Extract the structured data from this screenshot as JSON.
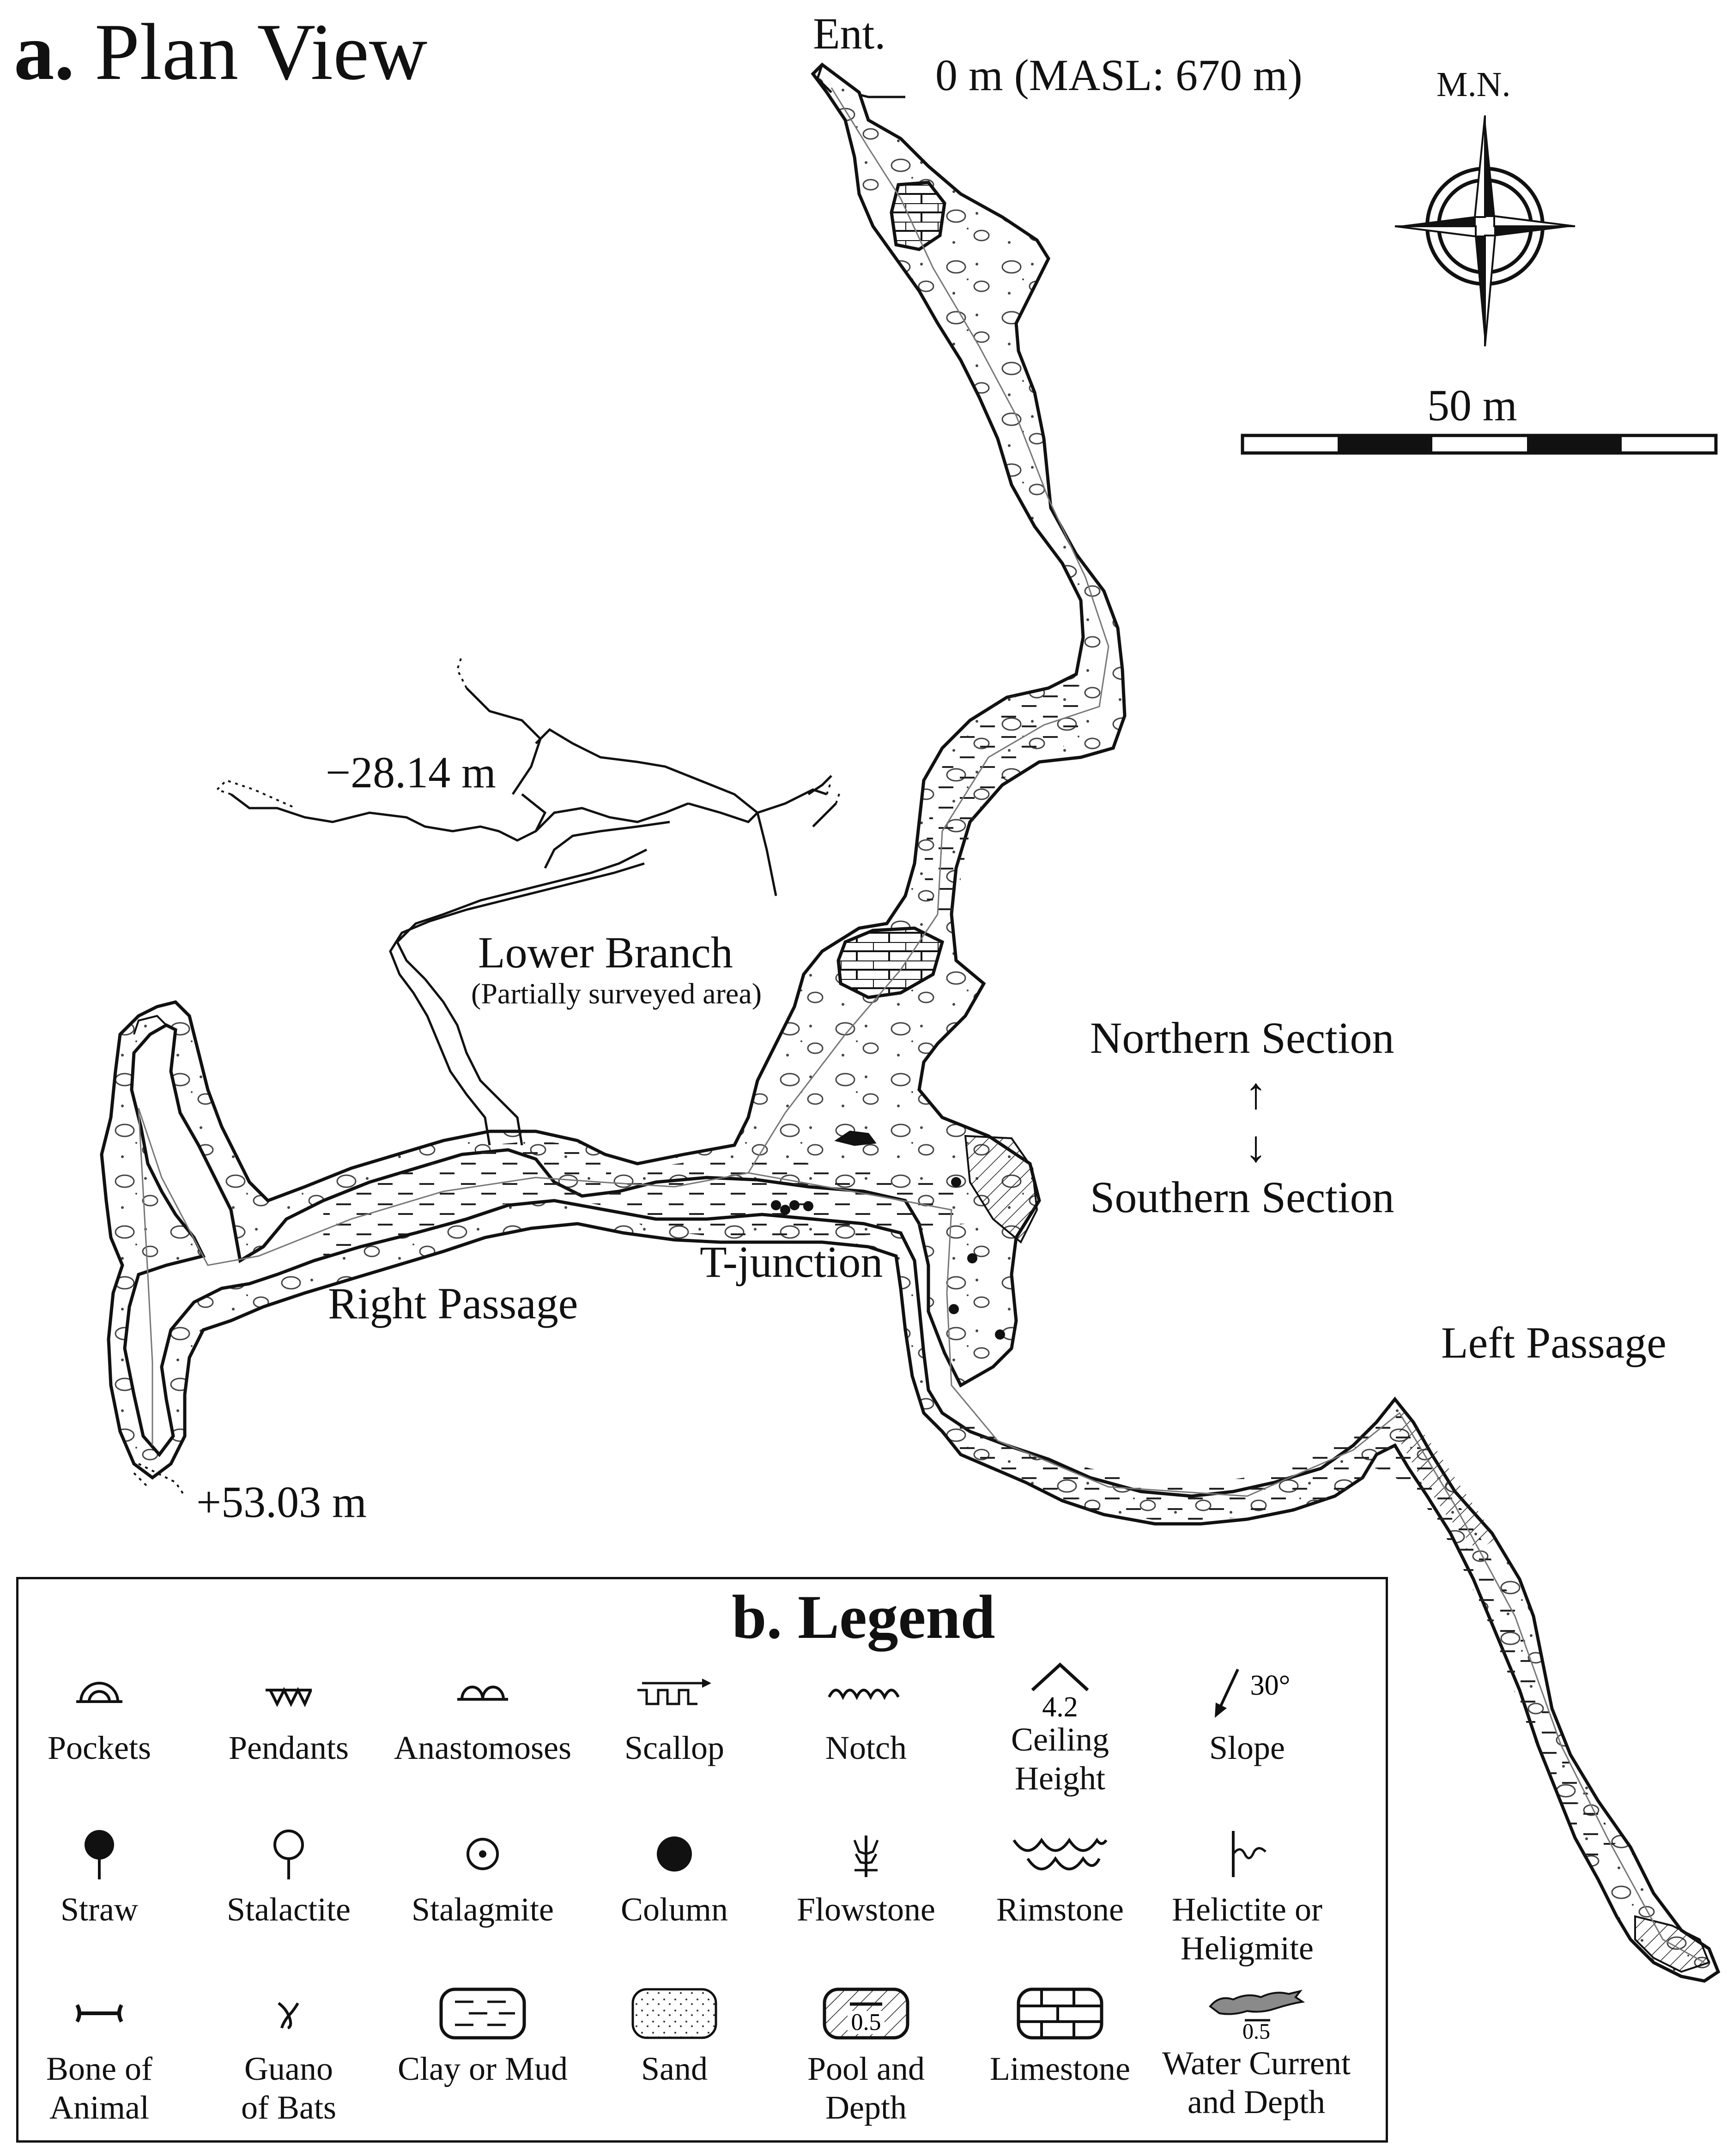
{
  "title": {
    "letter": "a.",
    "text": "Plan View"
  },
  "entrance": {
    "label": "Ent.",
    "elevation": "0 m (MASL: 670 m)"
  },
  "north_arrow": {
    "label": "M.N."
  },
  "scale_bar": {
    "label": "50 m"
  },
  "depth_labels": {
    "lower_branch_end": "−28.14 m",
    "right_passage_end": "+53.03 m"
  },
  "areas": {
    "lower_branch": "Lower Branch",
    "lower_branch_note": "(Partially surveyed area)",
    "t_junction": "T-junction",
    "right_passage": "Right Passage",
    "left_passage": "Left Passage",
    "northern_section": "Northern Section",
    "up_arrow": "↑",
    "down_arrow": "↓",
    "southern_section": "Southern Section"
  },
  "legend": {
    "title_letter": "b.",
    "title_text": "Legend",
    "rows": [
      [
        {
          "icon": "pockets-icon",
          "label": "Pockets"
        },
        {
          "icon": "pendants-icon",
          "label": "Pendants"
        },
        {
          "icon": "anastomoses-icon",
          "label": "Anastomoses"
        },
        {
          "icon": "scallop-icon",
          "label": "Scallop"
        },
        {
          "icon": "notch-icon",
          "label": "Notch"
        },
        {
          "icon": "ceiling-height-icon",
          "label": "Ceiling\nHeight",
          "value": "4.2"
        },
        {
          "icon": "slope-icon",
          "label": "Slope",
          "value": "30°"
        }
      ],
      [
        {
          "icon": "straw-icon",
          "label": "Straw"
        },
        {
          "icon": "stalactite-icon",
          "label": "Stalactite"
        },
        {
          "icon": "stalagmite-icon",
          "label": "Stalagmite"
        },
        {
          "icon": "column-icon",
          "label": "Column"
        },
        {
          "icon": "flowstone-icon",
          "label": "Flowstone"
        },
        {
          "icon": "rimstone-icon",
          "label": "Rimstone"
        },
        {
          "icon": "helictite-icon",
          "label": "Helictite or\nHeligmite"
        }
      ],
      [
        {
          "icon": "bone-icon",
          "label": "Bone of\nAnimal"
        },
        {
          "icon": "guano-icon",
          "label": "Guano\nof Bats"
        },
        {
          "icon": "clay-mud-icon",
          "label": "Clay or Mud"
        },
        {
          "icon": "sand-icon",
          "label": "Sand"
        },
        {
          "icon": "pool-depth-icon",
          "label": "Pool and\nDepth",
          "value": "0.5"
        },
        {
          "icon": "limestone-icon",
          "label": "Limestone"
        },
        {
          "icon": "water-current-icon",
          "label": "Water Current\nand Depth",
          "value": "0.5"
        }
      ]
    ]
  },
  "colors": {
    "ink": "#111111",
    "water": "#8a8a8a",
    "background": "#ffffff"
  }
}
